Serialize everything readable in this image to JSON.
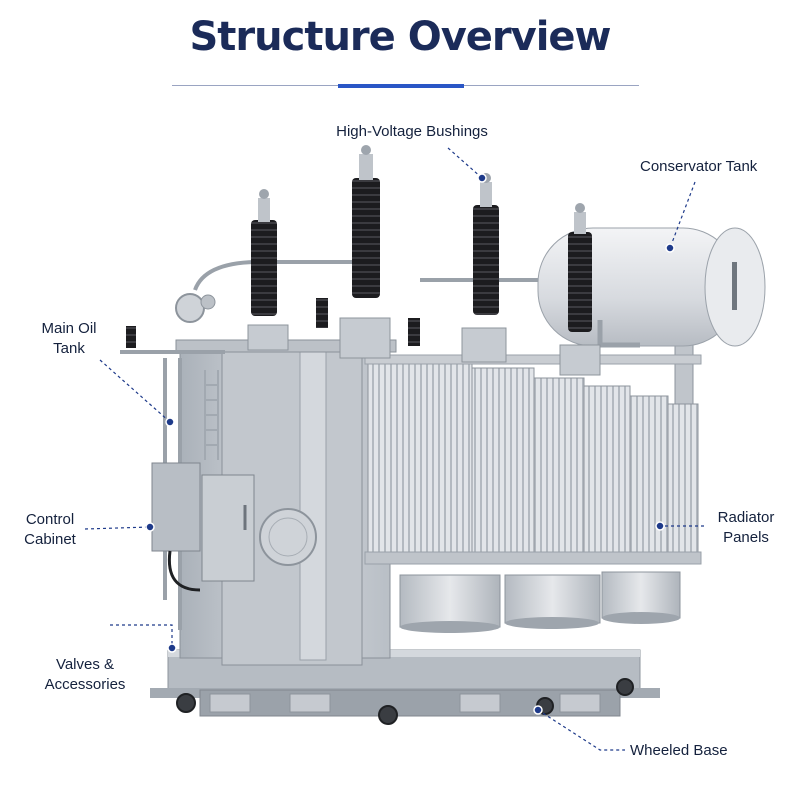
{
  "title": "Structure Overview",
  "colors": {
    "title": "#1b2b59",
    "accent": "#2a56c6",
    "leader": "#1e3a8a"
  },
  "labels": {
    "hv_bushings": "High-Voltage Bushings",
    "conservator_tank": "Conservator Tank",
    "main_oil_tank_line1": "Main Oil",
    "main_oil_tank_line2": "Tank",
    "control_cabinet_line1": "Control",
    "control_cabinet_line2": "Cabinet",
    "radiator_panels_line1": "Radiator",
    "radiator_panels_line2": "Panels",
    "valves_line1": "Valves &",
    "valves_line2": "Accessories",
    "wheeled_base": "Wheeled Base"
  }
}
